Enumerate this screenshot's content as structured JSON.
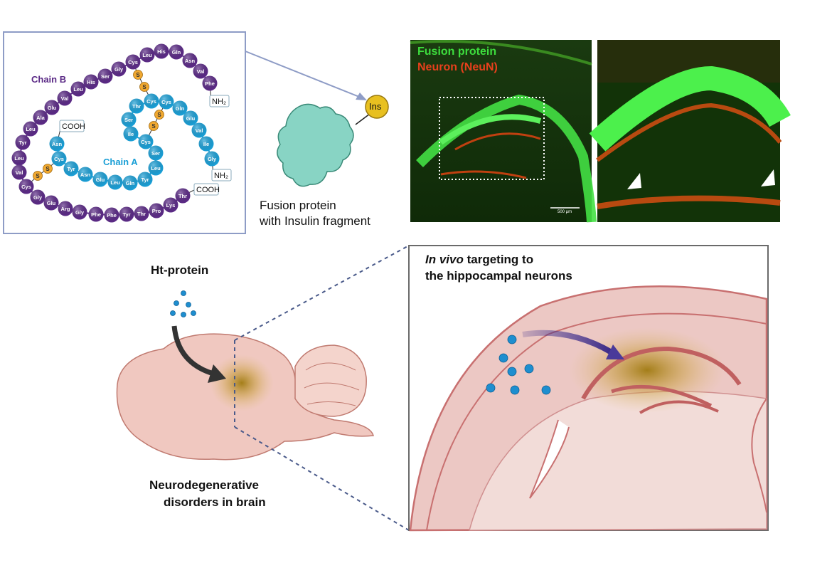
{
  "insulin_panel": {
    "chain_b_label": "Chain B",
    "chain_a_label": "Chain A",
    "chain_b_residues": [
      "Phe",
      "Val",
      "Asn",
      "Gln",
      "His",
      "Leu",
      "Cys",
      "Gly",
      "Ser",
      "His",
      "Leu",
      "Val",
      "Glu",
      "Ala",
      "Leu",
      "Tyr",
      "Leu",
      "Val",
      "Cys",
      "Gly",
      "Glu",
      "Arg",
      "Gly",
      "Phe",
      "Phe",
      "Tyr",
      "Thr",
      "Pro",
      "Lys",
      "Thr"
    ],
    "chain_a_residues": [
      "Gly",
      "Ile",
      "Val",
      "Glu",
      "Gln",
      "Cys",
      "Cys",
      "Thr",
      "Ser",
      "Ile",
      "Cys",
      "Ser",
      "Leu",
      "Tyr",
      "Gln",
      "Leu",
      "Glu",
      "Asn",
      "Tyr",
      "Cys",
      "Asn"
    ],
    "disulfide_label": "S",
    "nh2_label": "NH₂",
    "cooh_label": "COOH",
    "colors": {
      "chain_b": "#5b2a86",
      "chain_a": "#1a9fd6",
      "sulfur": "#f0a830"
    }
  },
  "fusion_protein": {
    "ins_label": "Ins",
    "caption_line1": "Fusion protein",
    "caption_line2": "with Insulin fragment"
  },
  "micrograph": {
    "legend_fusion": "Fusion protein",
    "legend_neuron": "Neuron (NeuN)",
    "scale_bar": "500 μm",
    "colors": {
      "fusion": "#3ddc3d",
      "neuron": "#e8401c"
    }
  },
  "brain_panel": {
    "ht_protein_label": "Ht-protein",
    "caption_line1": "Neurodegenerative",
    "caption_line2": "disorders in brain"
  },
  "zoom_panel": {
    "title_italic": "In vivo",
    "title_rest": " targeting to",
    "title_line2": "the hippocampal neurons"
  }
}
